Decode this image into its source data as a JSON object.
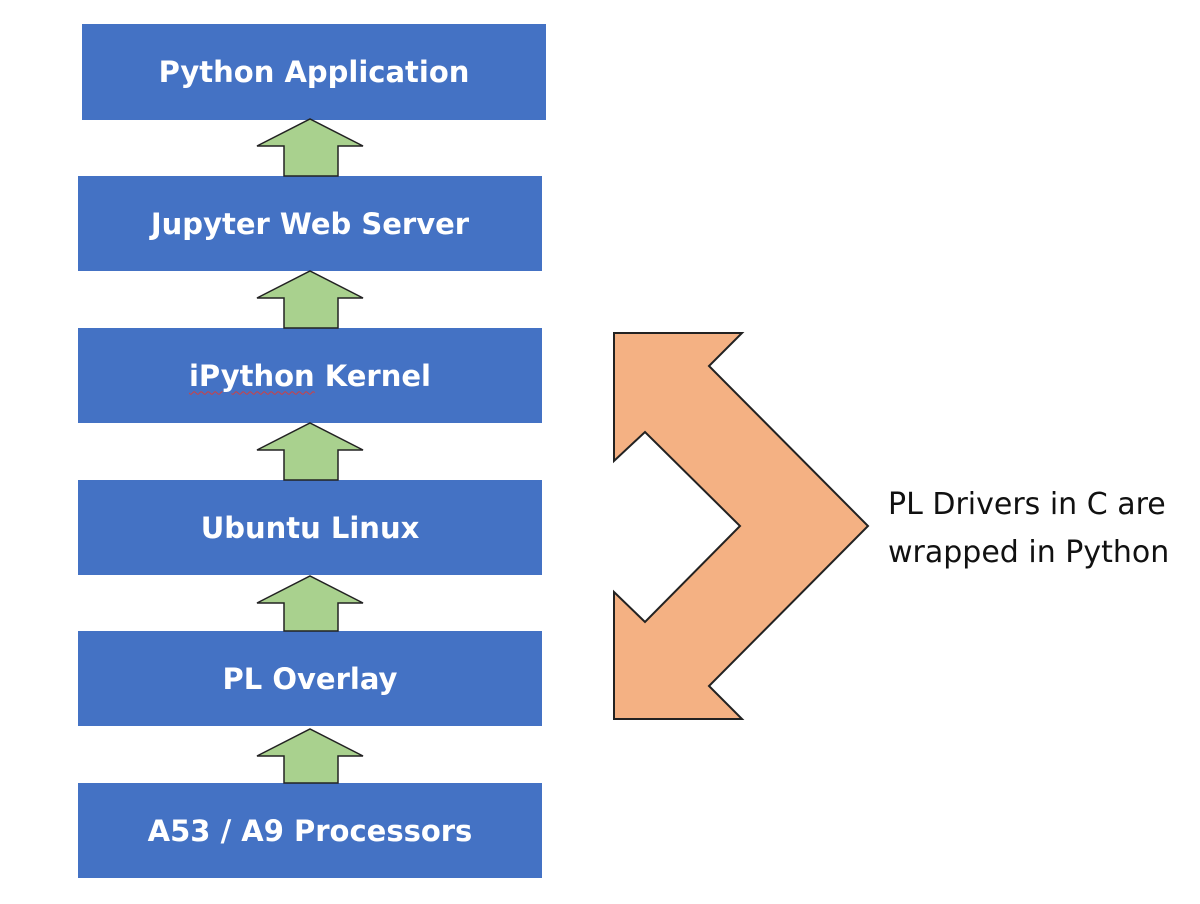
{
  "layers": [
    {
      "label": "Python Application"
    },
    {
      "label": "Jupyter Web Server"
    },
    {
      "label_misspelled": "iPython",
      "label_rest": " Kernel"
    },
    {
      "label": "Ubuntu Linux"
    },
    {
      "label": "PL Overlay"
    },
    {
      "label": "A53 / A9 Processors"
    }
  ],
  "note": {
    "line1": "PL Drivers in C are",
    "line2": "wrapped in Python"
  },
  "colors": {
    "layer_fill": "#4472c4",
    "up_arrow_fill": "#a9d18e",
    "up_arrow_stroke": "#222222",
    "chevron_fill": "#f4b183",
    "chevron_stroke": "#222222"
  }
}
